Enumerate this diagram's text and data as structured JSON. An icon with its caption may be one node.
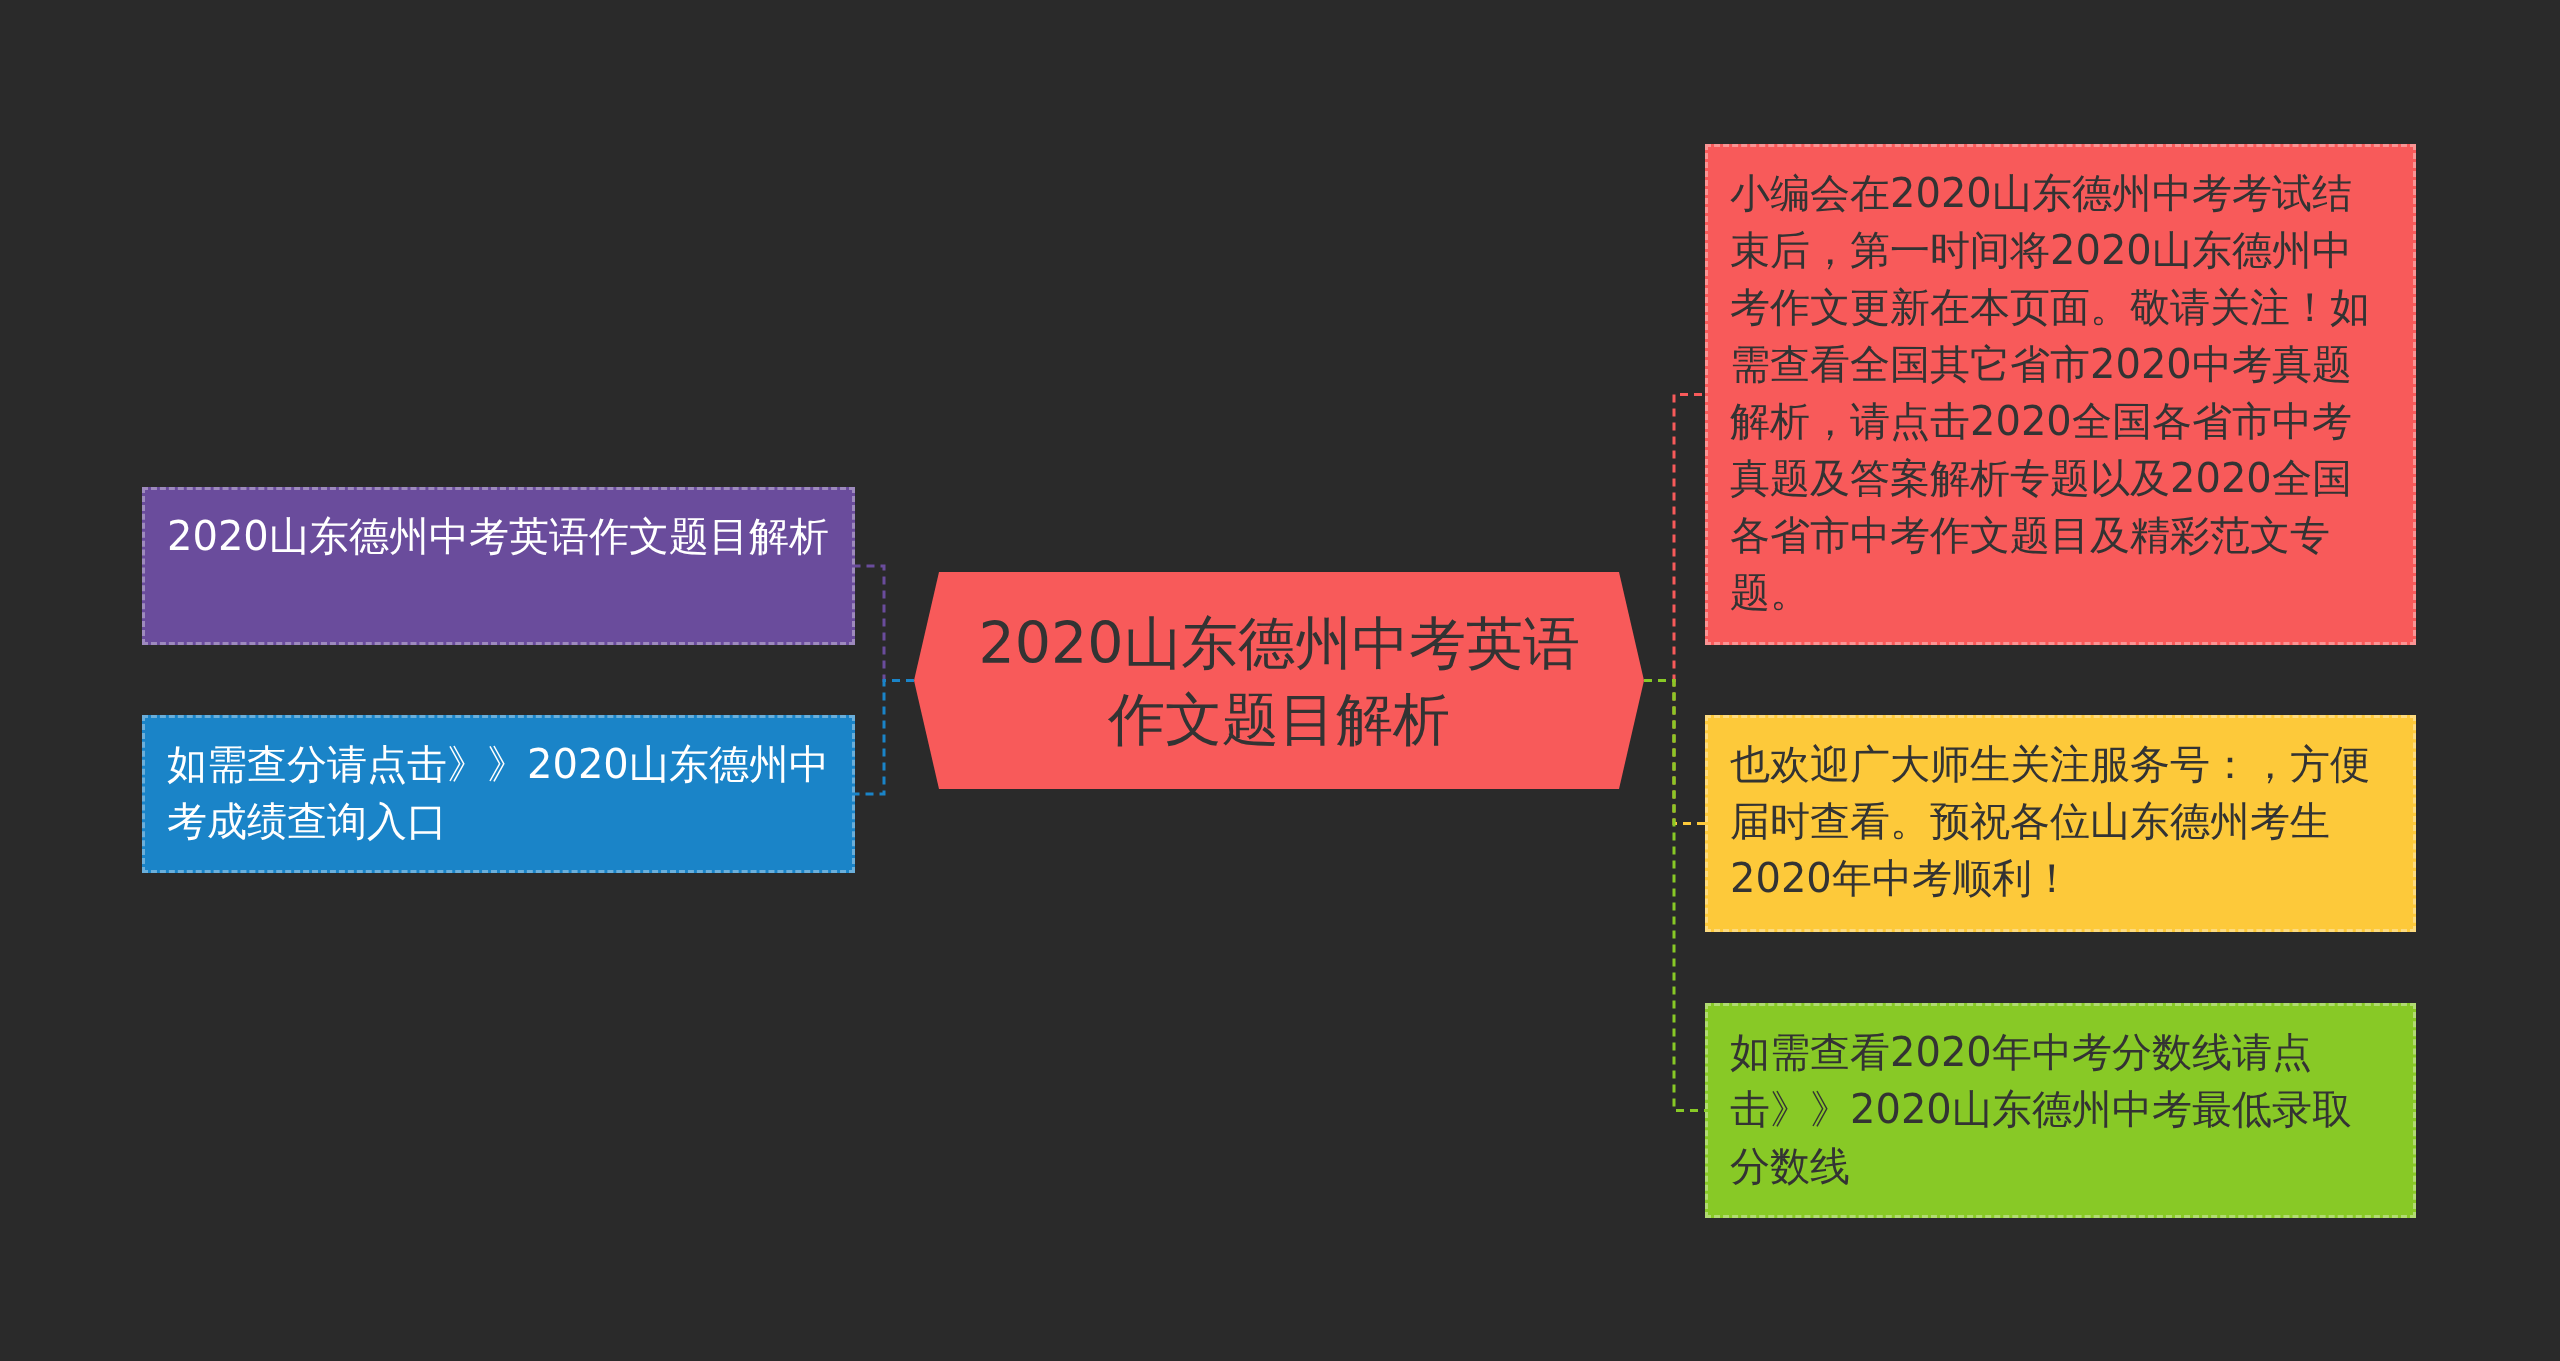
{
  "diagram": {
    "nodes": [
      {
        "text": [
          "2020山东德州中考英语作文题目解析"
        ]
      },
      {
        "text": [
          "2020山东德州中考英语作文题目解析"
        ]
      },
      {
        "text": [
          "如需查分请点击》》2020山东德州中考成绩查询入口"
        ]
      },
      {
        "text": [
          "小编会在2020山东德州中考考试结束后，第一时间将2020山东德州中考作文更新在本页面。敬请关注！如需查看全国其它省市2020中考真题解析，请点击2020全国各省市中考真题及答案解析专题以及2020全国各省市中考作文题目及精彩范文专题。"
        ]
      },
      {
        "text": [
          "也欢迎广大师生关注服务号：，方便届时查看。预祝各位山东德州考生2020年中考顺利！"
        ]
      },
      {
        "text": [
          "如需查看2020年中考分数线请点击》》2020山东德州中考最低录取分数线"
        ]
      }
    ],
    "edges": [
      {
        "from": 0,
        "to": 1,
        "arrow": "none",
        "style": "dashed",
        "color": "#6a4c9c"
      },
      {
        "from": 0,
        "to": 2,
        "arrow": "none",
        "style": "dashed",
        "color": "#1a84c8"
      },
      {
        "from": 0,
        "to": 3,
        "arrow": "none",
        "style": "dashed",
        "color": "#f85a5a"
      },
      {
        "from": 0,
        "to": 4,
        "arrow": "none",
        "style": "dashed",
        "color": "#fdc93a"
      },
      {
        "from": 0,
        "to": 5,
        "arrow": "none",
        "style": "dashed",
        "color": "#88c926"
      }
    ]
  }
}
